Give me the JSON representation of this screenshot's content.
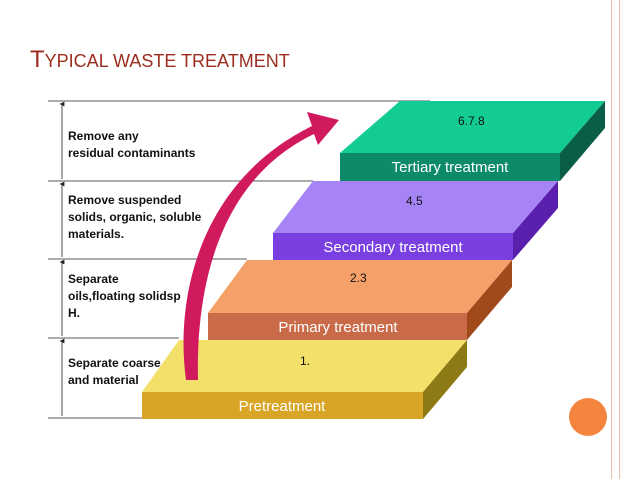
{
  "slide": {
    "title_initial": "T",
    "title_rest": "YPICAL WASTE TREATMENT",
    "title_color": "#9b2d1f",
    "accent_line_color": "#f0b8a8",
    "accent_circle_color": "#f5843f"
  },
  "steps": [
    {
      "name": "pretreatment",
      "label": "Pretreatment",
      "number": "1.",
      "description": "Separate coarse\nand material",
      "top_color": "#f2e06a",
      "front_color": "#d9a526",
      "side_color": "#8e7a14"
    },
    {
      "name": "primary",
      "label": "Primary treatment",
      "number": "2.3",
      "description": "Separate\noils,floating solidsp\nH.",
      "top_color": "#f5a068",
      "front_color": "#c96a49",
      "side_color": "#a04a1c"
    },
    {
      "name": "secondary",
      "label": "Secondary treatment",
      "number": "4.5",
      "description": "Remove suspended\nsolids, organic, soluble\nmaterials.",
      "top_color": "#a684f5",
      "front_color": "#7a3fe0",
      "side_color": "#5b1fae"
    },
    {
      "name": "tertiary",
      "label": "Tertiary treatment",
      "number": "6.7.8",
      "description": "Remove  any\nresidual contaminants",
      "top_color": "#12cc94",
      "front_color": "#0d8a6a",
      "side_color": "#0a5e48"
    }
  ],
  "arrow_color": "#d11a5e",
  "guide_line_color": "#222222"
}
